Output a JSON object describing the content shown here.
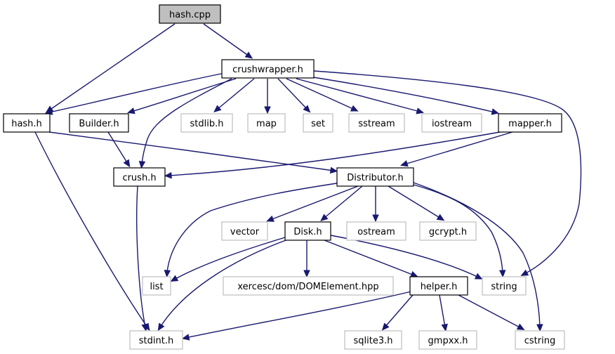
{
  "diagram": {
    "colors": {
      "root_fill": "#bfbfbf",
      "project_fill": "#ffffff",
      "project_stroke": "#000000",
      "external_stroke": "#bfbfbf",
      "edge": "#191970"
    },
    "nodes": [
      {
        "id": "hash_cpp",
        "label": "hash.cpp",
        "kind": "root"
      },
      {
        "id": "crushwrapper_h",
        "label": "crushwrapper.h",
        "kind": "project"
      },
      {
        "id": "hash_h",
        "label": "hash.h",
        "kind": "project"
      },
      {
        "id": "builder_h",
        "label": "Builder.h",
        "kind": "project"
      },
      {
        "id": "stdlib_h",
        "label": "stdlib.h",
        "kind": "external"
      },
      {
        "id": "map",
        "label": "map",
        "kind": "external"
      },
      {
        "id": "set",
        "label": "set",
        "kind": "external"
      },
      {
        "id": "sstream",
        "label": "sstream",
        "kind": "external"
      },
      {
        "id": "iostream",
        "label": "iostream",
        "kind": "external"
      },
      {
        "id": "mapper_h",
        "label": "mapper.h",
        "kind": "project"
      },
      {
        "id": "crush_h",
        "label": "crush.h",
        "kind": "project"
      },
      {
        "id": "distributor_h",
        "label": "Distributor.h",
        "kind": "project"
      },
      {
        "id": "vector",
        "label": "vector",
        "kind": "external"
      },
      {
        "id": "disk_h",
        "label": "Disk.h",
        "kind": "project"
      },
      {
        "id": "ostream",
        "label": "ostream",
        "kind": "external"
      },
      {
        "id": "gcrypt_h",
        "label": "gcrypt.h",
        "kind": "external"
      },
      {
        "id": "list",
        "label": "list",
        "kind": "external"
      },
      {
        "id": "xercesc",
        "label": "xercesc/dom/DOMElement.hpp",
        "kind": "external"
      },
      {
        "id": "helper_h",
        "label": "helper.h",
        "kind": "project"
      },
      {
        "id": "string",
        "label": "string",
        "kind": "external"
      },
      {
        "id": "stdint_h",
        "label": "stdint.h",
        "kind": "external"
      },
      {
        "id": "sqlite3_h",
        "label": "sqlite3.h",
        "kind": "external"
      },
      {
        "id": "gmpxx_h",
        "label": "gmpxx.h",
        "kind": "external"
      },
      {
        "id": "cstring",
        "label": "cstring",
        "kind": "external"
      }
    ],
    "edges": [
      {
        "from": "hash_cpp",
        "to": "hash_h"
      },
      {
        "from": "hash_cpp",
        "to": "crushwrapper_h"
      },
      {
        "from": "crushwrapper_h",
        "to": "hash_h"
      },
      {
        "from": "crushwrapper_h",
        "to": "builder_h"
      },
      {
        "from": "crushwrapper_h",
        "to": "crush_h"
      },
      {
        "from": "crushwrapper_h",
        "to": "stdlib_h"
      },
      {
        "from": "crushwrapper_h",
        "to": "map"
      },
      {
        "from": "crushwrapper_h",
        "to": "set"
      },
      {
        "from": "crushwrapper_h",
        "to": "sstream"
      },
      {
        "from": "crushwrapper_h",
        "to": "iostream"
      },
      {
        "from": "crushwrapper_h",
        "to": "mapper_h"
      },
      {
        "from": "crushwrapper_h",
        "to": "string"
      },
      {
        "from": "hash_h",
        "to": "distributor_h"
      },
      {
        "from": "hash_h",
        "to": "stdint_h"
      },
      {
        "from": "builder_h",
        "to": "crush_h"
      },
      {
        "from": "mapper_h",
        "to": "crush_h"
      },
      {
        "from": "mapper_h",
        "to": "distributor_h"
      },
      {
        "from": "crush_h",
        "to": "stdint_h"
      },
      {
        "from": "distributor_h",
        "to": "list"
      },
      {
        "from": "distributor_h",
        "to": "vector"
      },
      {
        "from": "distributor_h",
        "to": "disk_h"
      },
      {
        "from": "distributor_h",
        "to": "ostream"
      },
      {
        "from": "distributor_h",
        "to": "gcrypt_h"
      },
      {
        "from": "distributor_h",
        "to": "string"
      },
      {
        "from": "distributor_h",
        "to": "cstring"
      },
      {
        "from": "disk_h",
        "to": "list"
      },
      {
        "from": "disk_h",
        "to": "xercesc"
      },
      {
        "from": "disk_h",
        "to": "helper_h"
      },
      {
        "from": "disk_h",
        "to": "string"
      },
      {
        "from": "disk_h",
        "to": "stdint_h"
      },
      {
        "from": "helper_h",
        "to": "stdint_h"
      },
      {
        "from": "helper_h",
        "to": "sqlite3_h"
      },
      {
        "from": "helper_h",
        "to": "gmpxx_h"
      },
      {
        "from": "helper_h",
        "to": "cstring"
      }
    ]
  }
}
